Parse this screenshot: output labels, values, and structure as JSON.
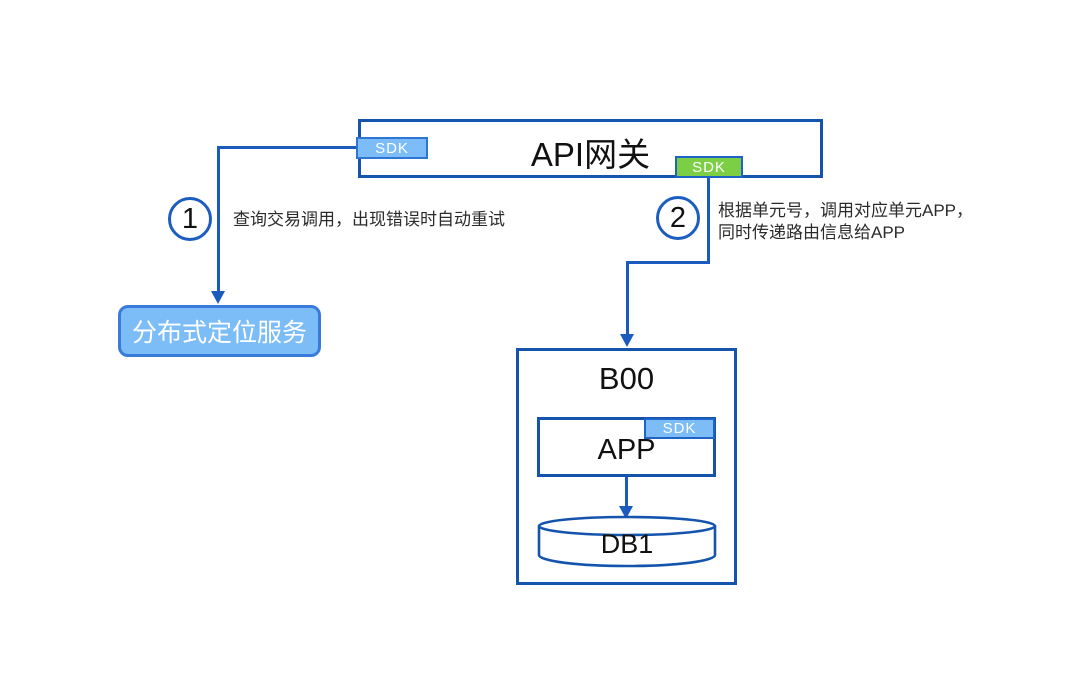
{
  "diagram": {
    "gateway": {
      "title": "API网关",
      "sdk_left_label": "SDK",
      "sdk_right_label": "SDK"
    },
    "steps": [
      {
        "number": "1",
        "text": "查询交易调用，出现错误时自动重试"
      },
      {
        "number": "2",
        "line1": "根据单元号，调用对应单元APP，",
        "line2": "同时传递路由信息给APP"
      }
    ],
    "service_box": {
      "label": "分布式定位服务"
    },
    "unit": {
      "title": "B00",
      "app": {
        "label": "APP",
        "sdk_label": "SDK"
      },
      "db": {
        "label": "DB1"
      }
    }
  },
  "colors": {
    "line_blue": "#1a5bbd",
    "border_blue": "#1454ad",
    "badge_blue_fill": "#7cbdf7",
    "badge_blue_border": "#2e75d6",
    "badge_green_fill": "#7ccf44",
    "badge_green_border": "#1f63c6",
    "service_fill": "#7cbdf7",
    "text_black": "#111111",
    "text_white": "#ffffff"
  }
}
